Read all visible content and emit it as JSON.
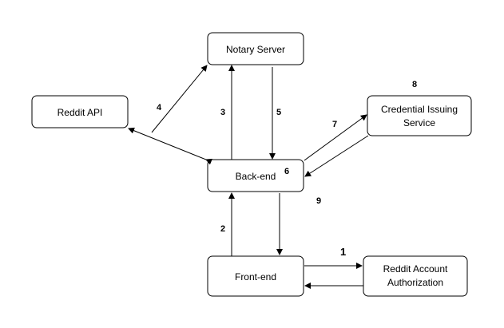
{
  "diagram": {
    "nodes": {
      "notary": {
        "lines": [
          "Notary Server"
        ]
      },
      "reddit_api": {
        "lines": [
          "Reddit API"
        ]
      },
      "credential": {
        "lines": [
          "Credential Issuing",
          "Service"
        ]
      },
      "backend": {
        "lines": [
          "Back-end"
        ]
      },
      "frontend": {
        "lines": [
          "Front-end"
        ]
      },
      "reddit_auth": {
        "lines": [
          "Reddit Account",
          "Authorization"
        ]
      }
    },
    "steps": {
      "s1": "1",
      "s2": "2",
      "s3": "3",
      "s4": "4",
      "s5": "5",
      "s6": "6",
      "s7": "7",
      "s8": "8",
      "s9": "9"
    }
  }
}
